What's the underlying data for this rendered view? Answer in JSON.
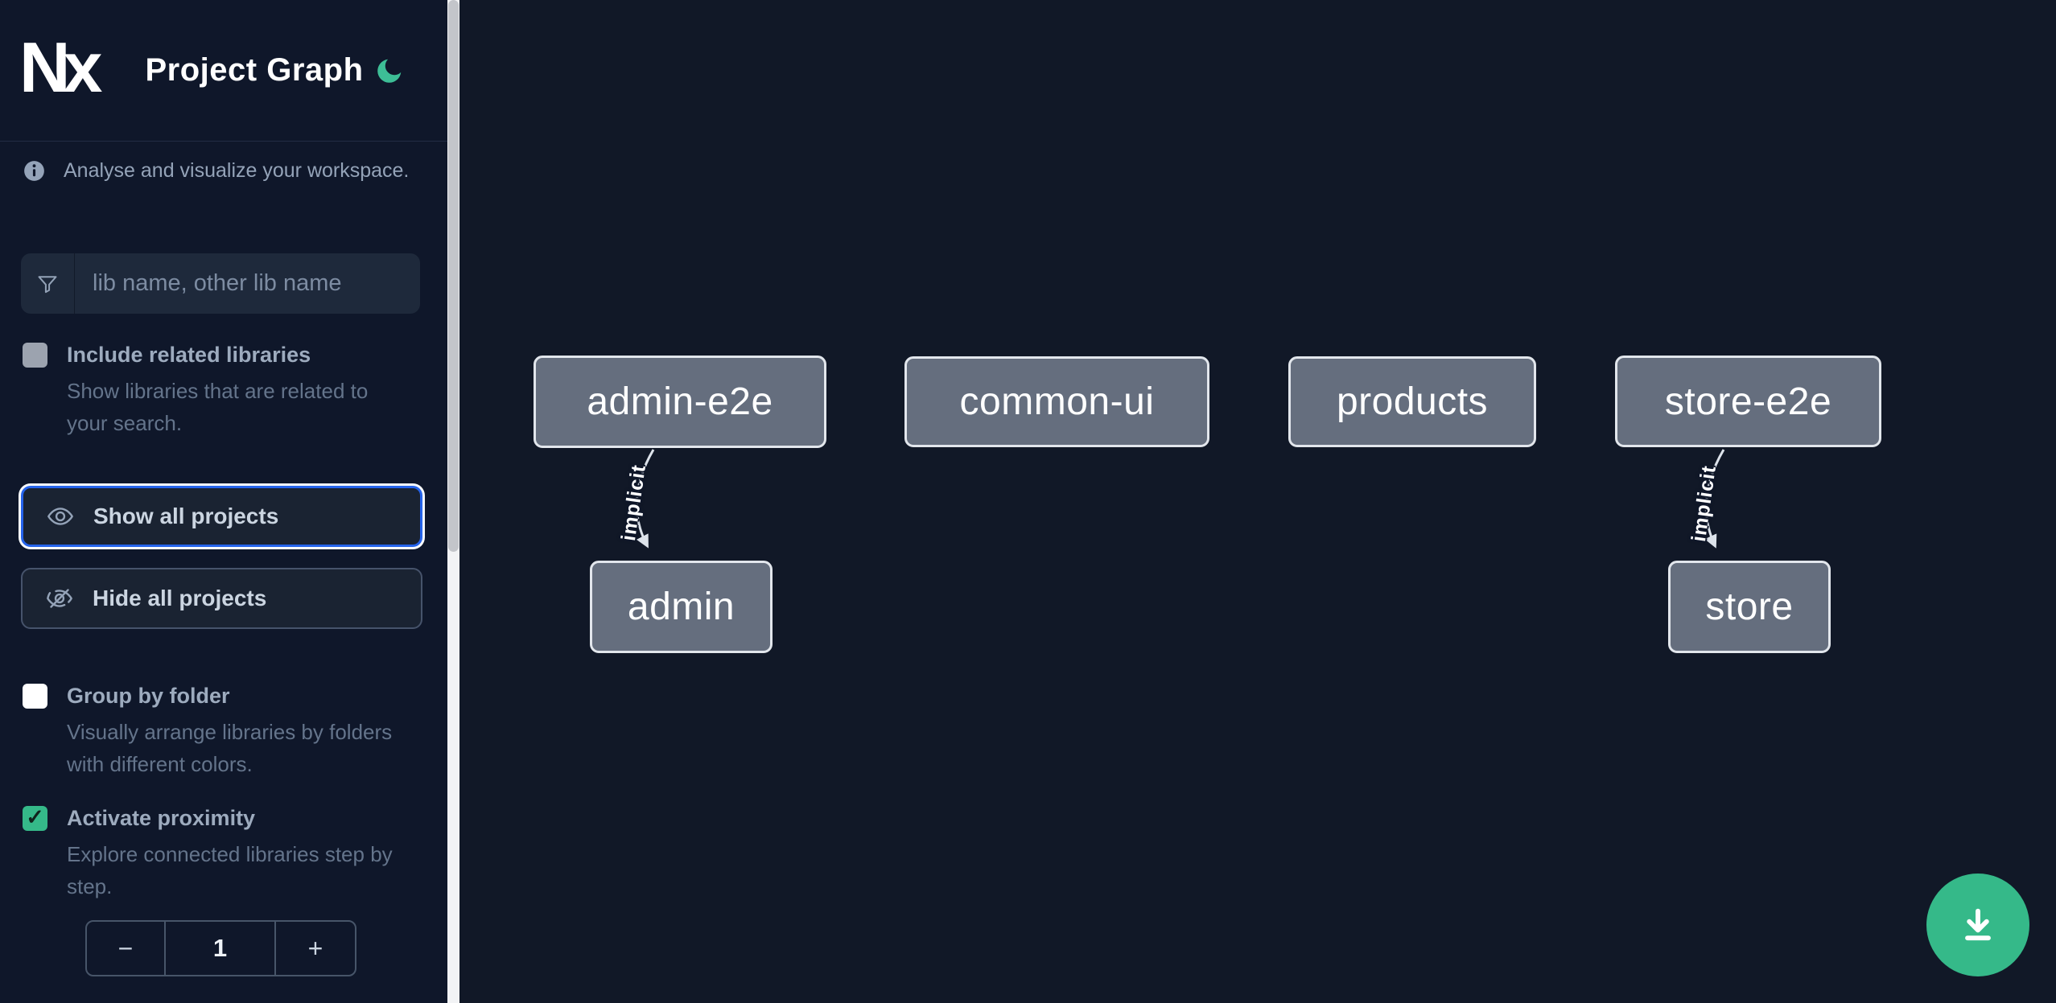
{
  "header": {
    "logo_text": "Nx",
    "title": "Project Graph",
    "theme_icon": "moon-icon"
  },
  "info": {
    "icon": "info-icon",
    "text": "Analyse and visualize your workspace."
  },
  "search": {
    "icon": "funnel-icon",
    "value": "",
    "placeholder": "lib name, other lib name"
  },
  "options": [
    {
      "label": "Include related libraries",
      "description": "Show libraries that are related to your search.",
      "checked": false
    },
    {
      "label": "Group by folder",
      "description": "Visually arrange libraries by folders with different colors.",
      "checked": false
    },
    {
      "label": "Activate proximity",
      "description": "Explore connected libraries step by step.",
      "checked": true
    }
  ],
  "buttons": {
    "show_all": "Show all projects",
    "hide_all": "Hide all projects",
    "show_all_icon": "eye-icon",
    "hide_all_icon": "eye-off-icon"
  },
  "stepper": {
    "decrement": "−",
    "value": "1",
    "increment": "+"
  },
  "glyphs": {
    "check": "✓"
  },
  "graph": {
    "nodes": [
      {
        "label": "admin-e2e"
      },
      {
        "label": "common-ui"
      },
      {
        "label": "products"
      },
      {
        "label": "store-e2e"
      },
      {
        "label": "admin"
      },
      {
        "label": "store"
      }
    ],
    "edges": [
      {
        "source": "admin-e2e",
        "target": "admin",
        "label": "implicit"
      },
      {
        "source": "store-e2e",
        "target": "store",
        "label": "implicit"
      }
    ]
  },
  "fab": {
    "icon": "download-icon"
  },
  "colors": {
    "accent_green": "#35b989",
    "focus_blue": "#2563eb",
    "sidebar_bg": "#0f172a",
    "canvas_bg": "#111827",
    "node_fill": "#656e7e",
    "node_border": "#e2e6ec",
    "edge": "#dde3eb"
  }
}
